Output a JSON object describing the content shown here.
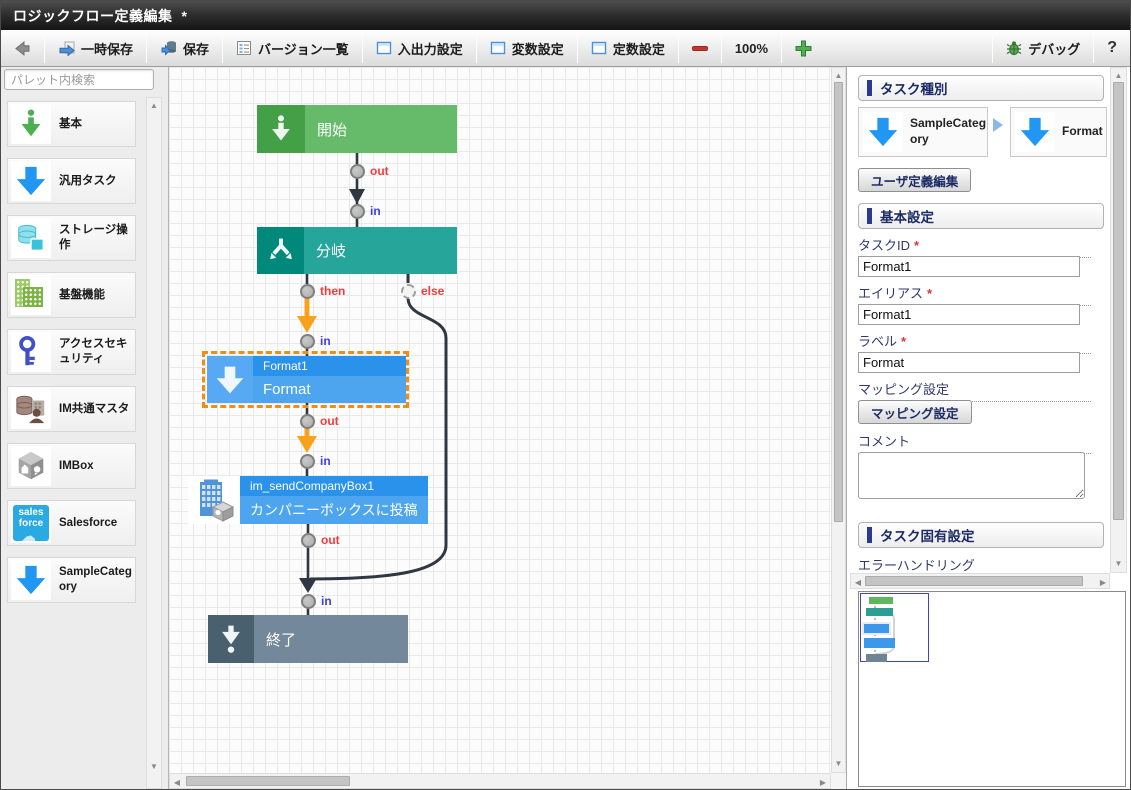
{
  "window": {
    "title": "ロジックフロー定義編集",
    "modified": "*"
  },
  "toolbar": {
    "temp_save": "一時保存",
    "save": "保存",
    "version_list": "バージョン一覧",
    "io_settings": "入出力設定",
    "variable_settings": "変数設定",
    "constant_settings": "定数設定",
    "zoom_level": "100%",
    "debug": "デバッグ",
    "help": "?"
  },
  "palette": {
    "search_placeholder": "パレット内検索",
    "items": [
      {
        "label": "基本",
        "icon": "green-start-arrow-icon"
      },
      {
        "label": "汎用タスク",
        "icon": "blue-down-arrow-icon"
      },
      {
        "label": "ストレージ操作",
        "icon": "storage-cylinders-icon"
      },
      {
        "label": "基盤機能",
        "icon": "platform-building-icon"
      },
      {
        "label": "アクセスセキュリティ",
        "icon": "key-icon"
      },
      {
        "label": "IM共通マスタ",
        "icon": "master-db-person-icon"
      },
      {
        "label": "IMBox",
        "icon": "imbox-cube-icon"
      },
      {
        "label": "Salesforce",
        "icon": "salesforce-logo-icon",
        "icon_text_top": "sales",
        "icon_text_bottom": "force"
      },
      {
        "label": "SampleCategory",
        "icon": "blue-down-arrow-icon"
      }
    ]
  },
  "canvas": {
    "nodes": {
      "start": {
        "label": "開始"
      },
      "branch": {
        "label": "分岐"
      },
      "format": {
        "id": "Format1",
        "label": "Format"
      },
      "company_box": {
        "id": "im_sendCompanyBox1",
        "label": "カンパニーボックスに投稿"
      },
      "end": {
        "label": "終了"
      }
    },
    "ports": {
      "out": "out",
      "in": "in",
      "then": "then",
      "else": "else"
    }
  },
  "inspector": {
    "task_type": {
      "title": "タスク種別",
      "category_label": "SampleCategory",
      "task_label": "Format",
      "user_edit_button": "ユーザ定義編集"
    },
    "basic": {
      "title": "基本設定",
      "task_id_label": "タスクID",
      "task_id_required": "*",
      "task_id_value": "Format1",
      "alias_label": "エイリアス",
      "alias_required": "*",
      "alias_value": "Format1",
      "label_label": "ラベル",
      "label_required": "*",
      "label_value": "Format",
      "mapping_label": "マッピング設定",
      "mapping_button": "マッピング設定",
      "comment_label": "コメント",
      "comment_value": ""
    },
    "task_specific": {
      "title": "タスク固有設定",
      "error_handling_label": "エラーハンドリング"
    }
  },
  "colors": {
    "selection_orange": "#ef8d1c",
    "flow_line": "#2e3742",
    "then_arrow": "#f7a11d",
    "node_green": "#66bb6a",
    "node_green_dark": "#43a047",
    "node_teal": "#26a69a",
    "node_teal_dark": "#00897b",
    "node_blue_title": "#2a92ea",
    "node_blue_body": "#4da5f0",
    "node_gray": "#73889a",
    "node_gray_dark": "#49606e",
    "port_out_label": "#f43b3b",
    "port_in_label": "#4040e6",
    "header_navy": "#2b3a90"
  }
}
